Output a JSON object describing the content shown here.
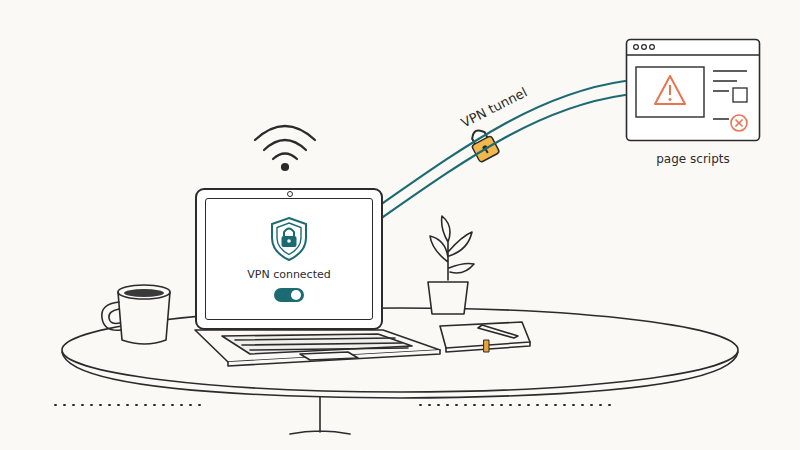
{
  "diagram": {
    "nodes": [
      {
        "text": [
          "VPN connected"
        ]
      },
      {
        "text": [
          "page scripts"
        ]
      }
    ],
    "edges": [
      {
        "from": 0,
        "to": 1,
        "arrow": "none",
        "label": "VPN tunnel"
      }
    ]
  }
}
